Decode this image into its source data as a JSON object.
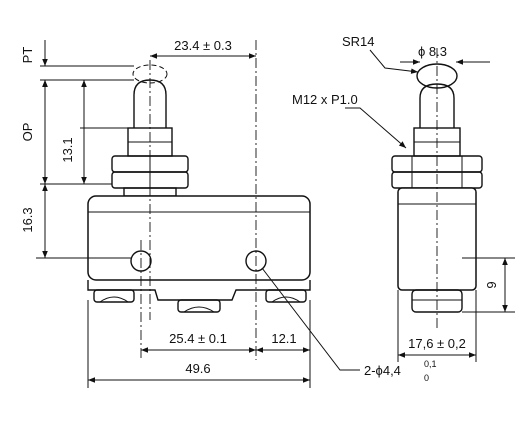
{
  "labels": {
    "pt": "PT",
    "op": "OP",
    "dim_23_4": "23.4 ± 0.3",
    "dim_13_1": "13.1",
    "dim_16_3": "16.3",
    "dim_25_4": "25.4 ± 0.1",
    "dim_12_1": "12.1",
    "dim_49_6": "49.6",
    "sr14": "SR14",
    "phi_8_3": "ϕ 8.3",
    "thread": "M12 x P1.0",
    "dim_9": "9",
    "dim_17_6": "17,6 ± 0,2",
    "hole_prefix": "2-ϕ4,4",
    "hole_tol_upper": "0,1",
    "hole_tol_lower": "0"
  }
}
